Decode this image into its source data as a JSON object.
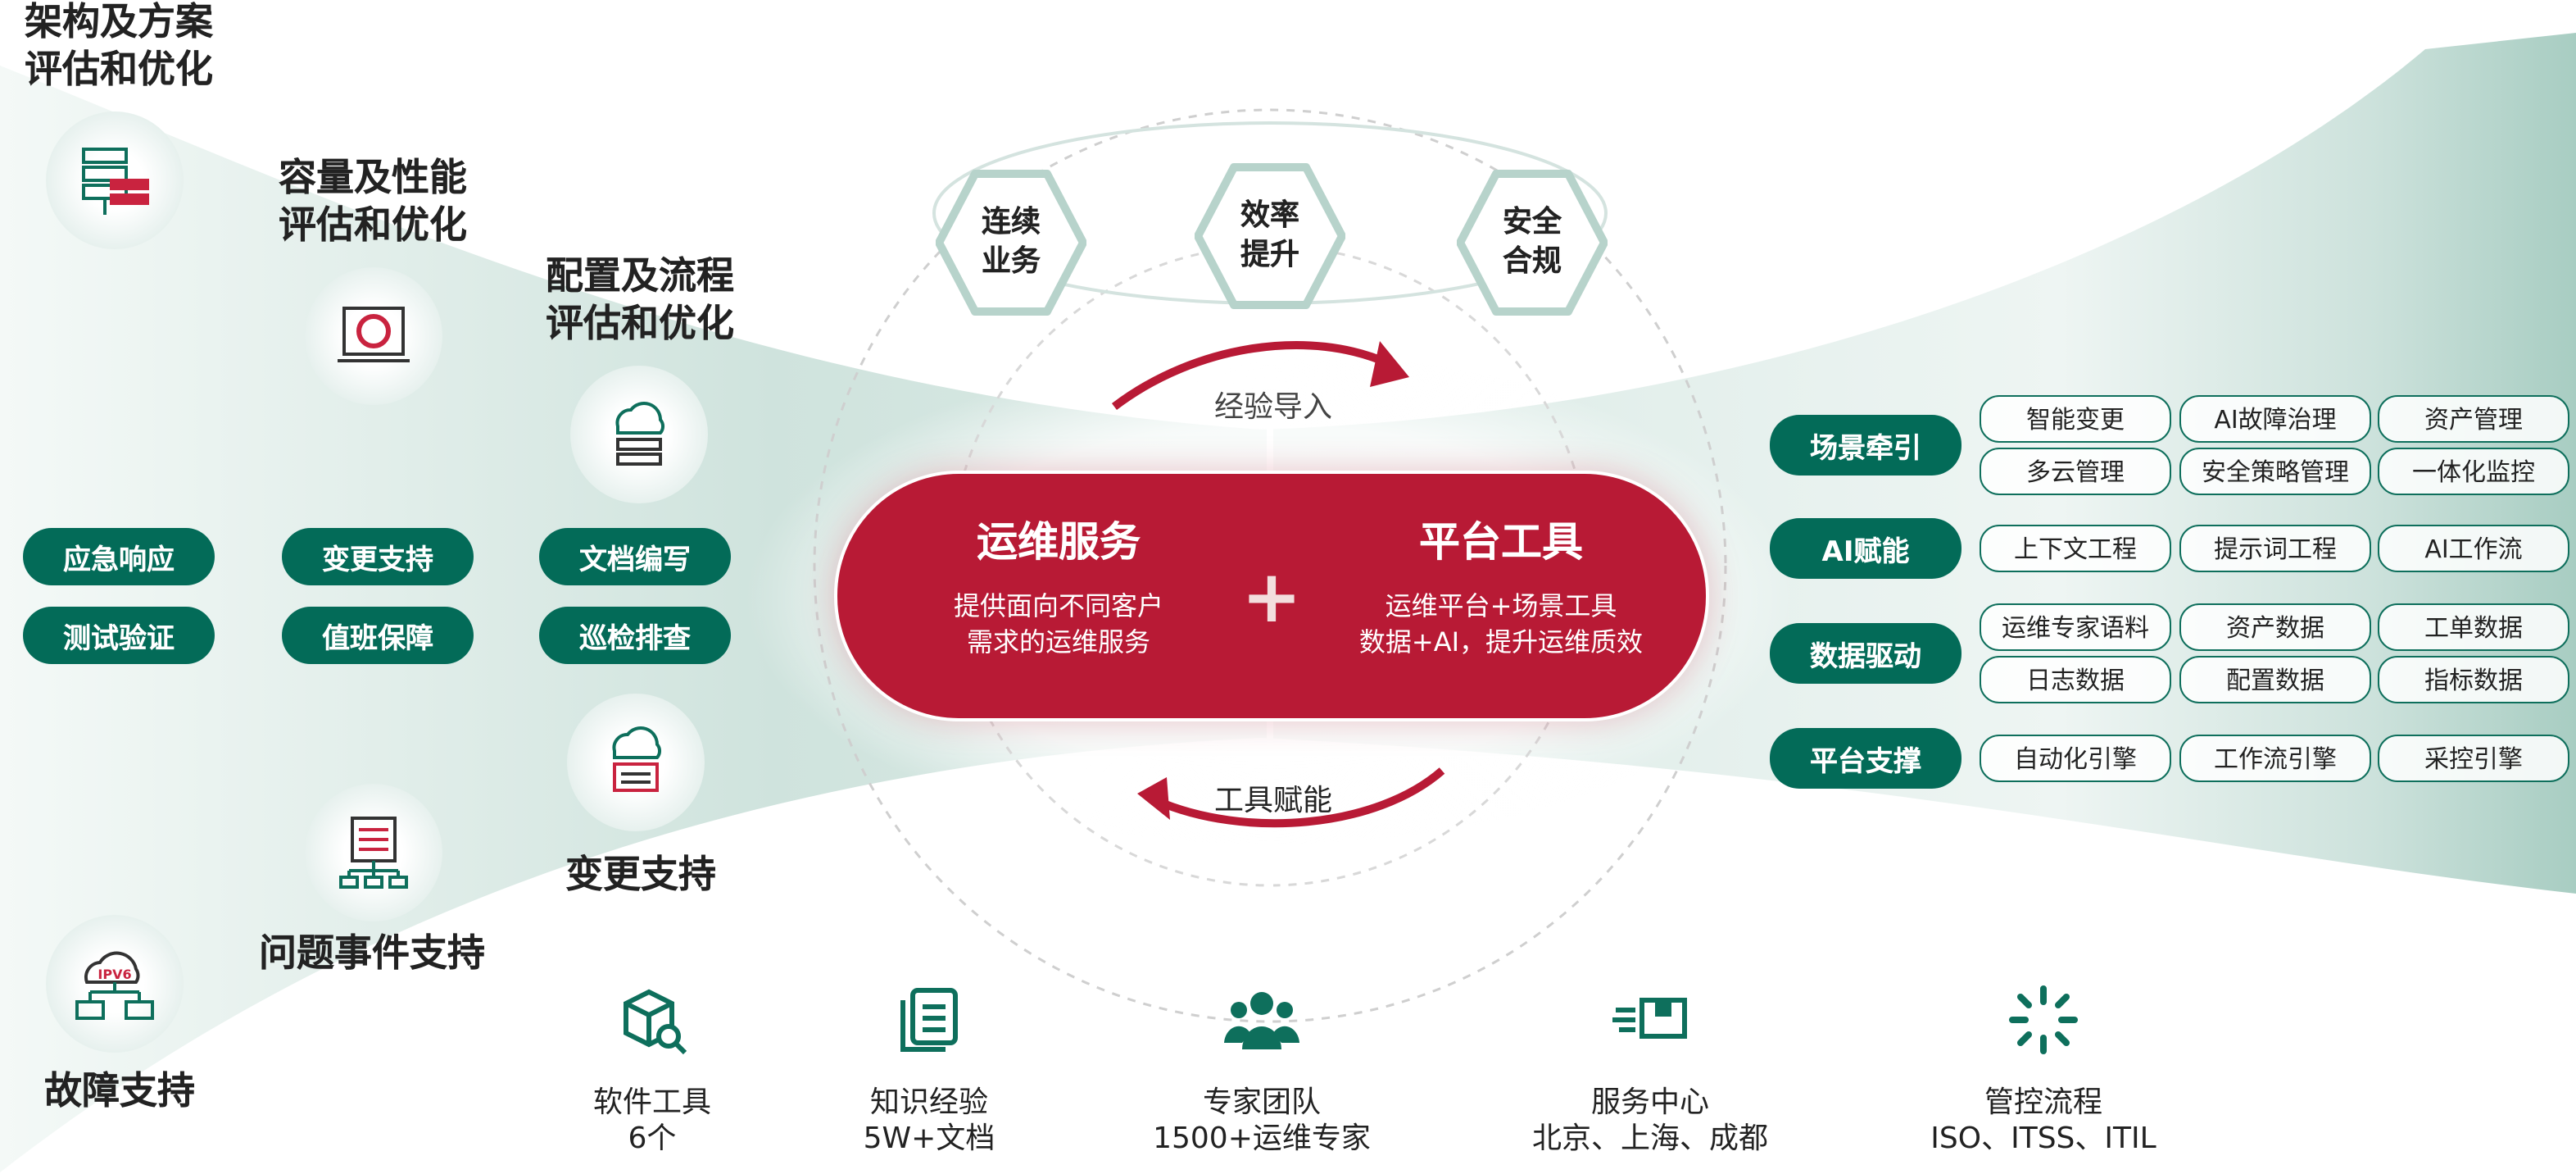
{
  "left": {
    "stages": [
      {
        "title": "架构及方案\n评估和优化",
        "icon": "server-rack-icon"
      },
      {
        "title": "容量及性能\n评估和优化",
        "icon": "monitor-gauge-icon"
      },
      {
        "title": "配置及流程\n评估和优化",
        "icon": "cloud-server-icon"
      },
      {
        "title": "变更支持",
        "icon": "cloud-server-change-icon"
      },
      {
        "title": "问题事件支持",
        "icon": "document-network-icon"
      },
      {
        "title": "故障支持",
        "icon": "ipv6-network-icon"
      }
    ],
    "ipv6_label": "IPV6",
    "pills": [
      "应急响应",
      "测试验证",
      "变更支持",
      "值班保障",
      "文档编写",
      "巡检排查"
    ]
  },
  "center": {
    "goals": [
      "连续\n业务",
      "效率\n提升",
      "安全\n合规"
    ],
    "arrow_top": "经验导入",
    "arrow_bottom": "工具赋能",
    "service_title": "运维服务",
    "service_desc": "提供面向不同客户\n需求的运维服务",
    "plus": "+",
    "platform_title": "平台工具",
    "platform_desc": "运维平台+场景工具\n数据+AI，提升运维质效"
  },
  "right": {
    "categories": [
      {
        "label": "场景牵引",
        "tags": [
          "智能变更",
          "AI故障治理",
          "资产管理",
          "多云管理",
          "安全策略管理",
          "一体化监控"
        ]
      },
      {
        "label": "AI赋能",
        "tags": [
          "上下文工程",
          "提示词工程",
          "AI工作流"
        ]
      },
      {
        "label": "数据驱动",
        "tags": [
          "运维专家语料",
          "资产数据",
          "工单数据",
          "日志数据",
          "配置数据",
          "指标数据"
        ]
      },
      {
        "label": "平台支撑",
        "tags": [
          "自动化引擎",
          "工作流引擎",
          "采控引擎"
        ]
      }
    ]
  },
  "bottom": [
    {
      "label": "软件工具\n6个",
      "icon": "box-search-icon"
    },
    {
      "label": "知识经验\n5W+文档",
      "icon": "documents-icon"
    },
    {
      "label": "专家团队\n1500+运维专家",
      "icon": "team-icon"
    },
    {
      "label": "服务中心\n北京、上海、成都",
      "icon": "fast-delivery-icon"
    },
    {
      "label": "管控流程\nISO、ITSS、ITIL",
      "icon": "loading-spinner-icon"
    }
  ],
  "colors": {
    "green": "#036b58",
    "red": "#b81a35"
  }
}
